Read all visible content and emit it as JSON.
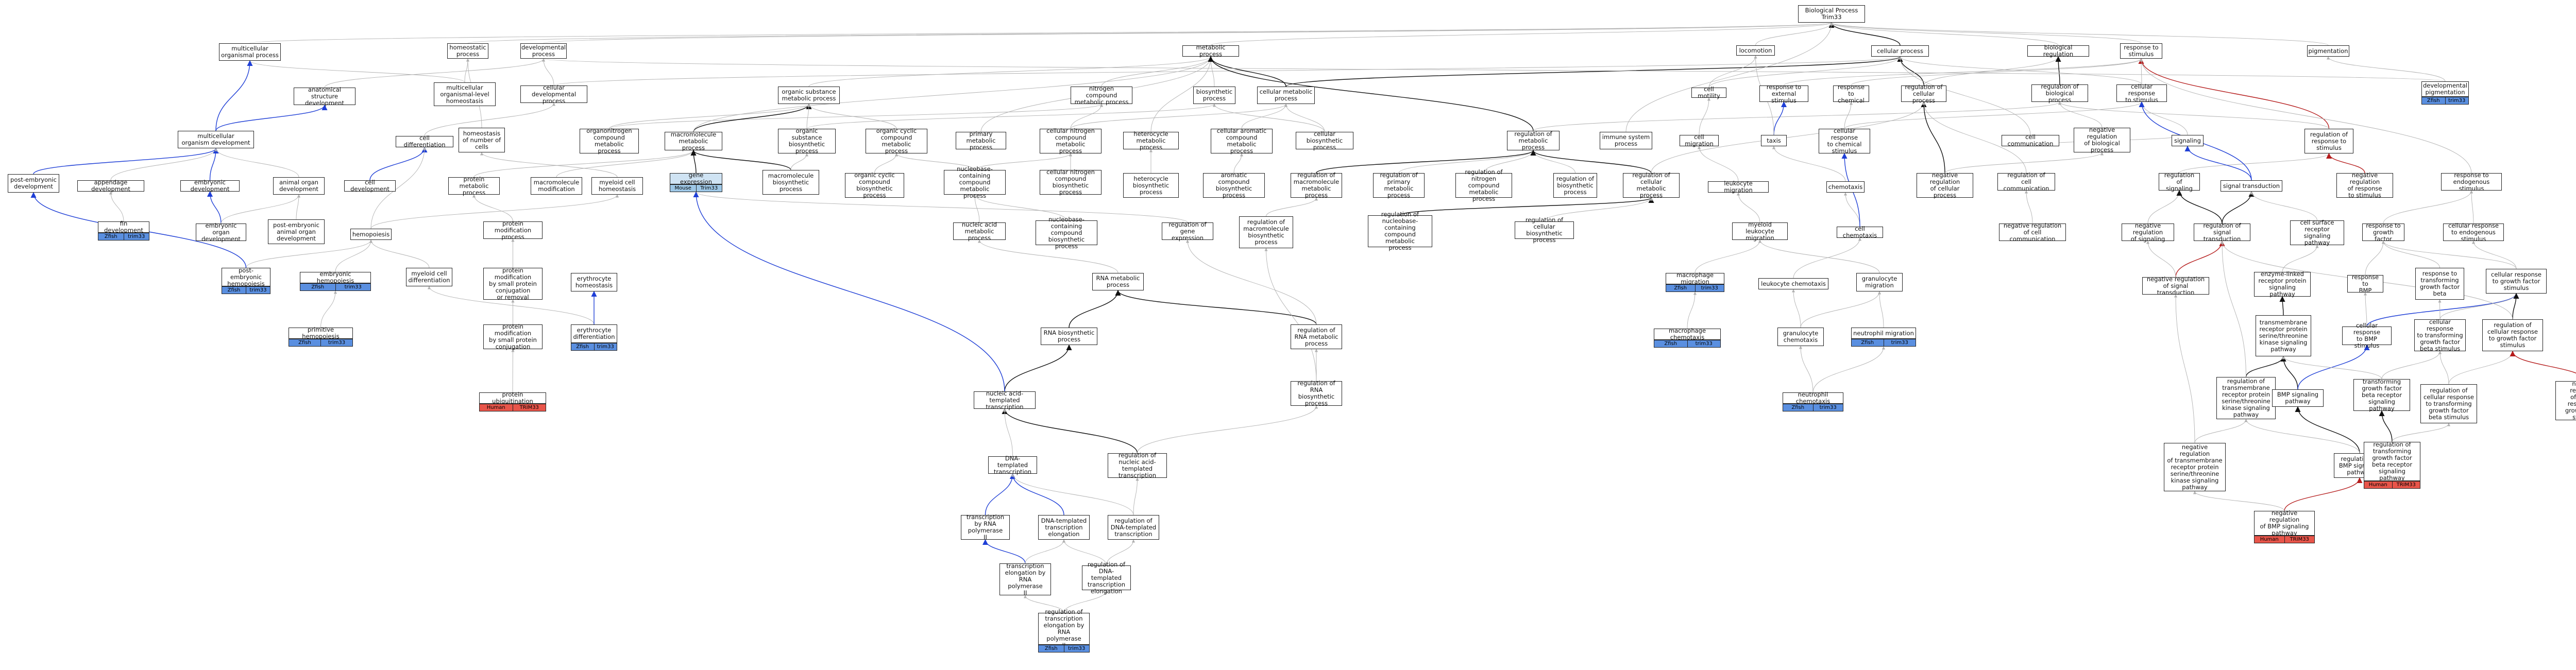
{
  "nodes": [
    {
      "id": "bp",
      "label": "Biological Process\nTrim33"
    },
    {
      "id": "mop",
      "label": "multicellular\norganismal process"
    },
    {
      "id": "homeo",
      "label": "homeostatic\nprocess"
    },
    {
      "id": "devp",
      "label": "developmental\nprocess"
    },
    {
      "id": "metab",
      "label": "metabolic process"
    },
    {
      "id": "loco",
      "label": "locomotion"
    },
    {
      "id": "cellp",
      "label": "cellular process"
    },
    {
      "id": "bioreg",
      "label": "biological regulation"
    },
    {
      "id": "rts",
      "label": "response to\nstimulus"
    },
    {
      "id": "pigm",
      "label": "pigmentation"
    },
    {
      "id": "asd",
      "label": "anatomical structure\ndevelopment"
    },
    {
      "id": "mlh",
      "label": "multicellular\norganismal-level\nhomeostasis"
    },
    {
      "id": "cdp",
      "label": "cellular developmental\nprocess"
    },
    {
      "id": "osmp",
      "label": "organic substance\nmetabolic process"
    },
    {
      "id": "ncmp",
      "label": "nitrogen compound\nmetabolic process"
    },
    {
      "id": "bsp",
      "label": "biosynthetic\nprocess"
    },
    {
      "id": "cmp",
      "label": "cellular metabolic\nprocess"
    },
    {
      "id": "cmot",
      "label": "cell motility"
    },
    {
      "id": "rtes",
      "label": "response to\nexternal stimulus"
    },
    {
      "id": "rtc",
      "label": "response to\nchemical"
    },
    {
      "id": "rcp",
      "label": "regulation of\ncellular process"
    },
    {
      "id": "rbp",
      "label": "regulation of\nbiological process"
    },
    {
      "id": "crts",
      "label": "cellular response\nto stimulus"
    },
    {
      "id": "devpig",
      "label": "developmental\npigmentation"
    },
    {
      "id": "mod",
      "label": "multicellular\norganism development"
    },
    {
      "id": "celldiff",
      "label": "cell differentiation"
    },
    {
      "id": "honc",
      "label": "homeostasis\nof number of\ncells"
    },
    {
      "id": "onmp",
      "label": "organonitrogen\ncompound metabolic\nprocess"
    },
    {
      "id": "macmp",
      "label": "macromolecule\nmetabolic process"
    },
    {
      "id": "osbp",
      "label": "organic substance\nbiosynthetic\nprocess"
    },
    {
      "id": "occmp",
      "label": "organic cyclic\ncompound metabolic\nprocess"
    },
    {
      "id": "pmp",
      "label": "primary metabolic\nprocess"
    },
    {
      "id": "cncmp",
      "label": "cellular nitrogen\ncompound metabolic\nprocess"
    },
    {
      "id": "hcmp",
      "label": "heterocycle\nmetabolic process"
    },
    {
      "id": "cacmp",
      "label": "cellular aromatic\ncompound metabolic\nprocess"
    },
    {
      "id": "cbp",
      "label": "cellular biosynthetic\nprocess"
    },
    {
      "id": "rmp",
      "label": "regulation of\nmetabolic process"
    },
    {
      "id": "isp",
      "label": "immune system\nprocess"
    },
    {
      "id": "cmig",
      "label": "cell migration"
    },
    {
      "id": "taxis",
      "label": "taxis"
    },
    {
      "id": "crtc",
      "label": "cellular response\nto chemical\nstimulus"
    },
    {
      "id": "ccom",
      "label": "cell communication"
    },
    {
      "id": "nrbp",
      "label": "negative regulation\nof biological\nprocess"
    },
    {
      "id": "sig",
      "label": "signaling"
    },
    {
      "id": "rrts",
      "label": "regulation of\nresponse to\nstimulus"
    },
    {
      "id": "ped",
      "label": "post-embryonic\ndevelopment"
    },
    {
      "id": "appd",
      "label": "appendage development"
    },
    {
      "id": "embd",
      "label": "embryonic development"
    },
    {
      "id": "aod",
      "label": "animal organ\ndevelopment"
    },
    {
      "id": "celldev",
      "label": "cell development"
    },
    {
      "id": "pmet",
      "label": "protein metabolic\nprocess"
    },
    {
      "id": "mmod",
      "label": "macromolecule\nmodification"
    },
    {
      "id": "mch",
      "label": "myeloid cell\nhomeostasis"
    },
    {
      "id": "gexp",
      "label": "gene expression"
    },
    {
      "id": "mbp",
      "label": "macromolecule\nbiosynthetic\nprocess"
    },
    {
      "id": "ocbp",
      "label": "organic cyclic\ncompound biosynthetic\nprocess"
    },
    {
      "id": "nccmp",
      "label": "nucleobase-containing\ncompound metabolic\nprocess"
    },
    {
      "id": "cncbp",
      "label": "cellular nitrogen\ncompound biosynthetic\nprocess"
    },
    {
      "id": "hbp",
      "label": "heterocycle\nbiosynthetic\nprocess"
    },
    {
      "id": "acbp",
      "label": "aromatic compound\nbiosynthetic\nprocess"
    },
    {
      "id": "rmmp",
      "label": "regulation of\nmacromolecule\nmetabolic process"
    },
    {
      "id": "rpmp",
      "label": "regulation of\nprimary metabolic\nprocess"
    },
    {
      "id": "rncmp",
      "label": "regulation of\nnitrogen compound\nmetabolic process"
    },
    {
      "id": "rbsp",
      "label": "regulation of\nbiosynthetic\nprocess"
    },
    {
      "id": "rcmp",
      "label": "regulation of\ncellular metabolic\nprocess"
    },
    {
      "id": "lmig",
      "label": "leukocyte migration"
    },
    {
      "id": "chemo",
      "label": "chemotaxis"
    },
    {
      "id": "nrcp",
      "label": "negative regulation\nof cellular\nprocess"
    },
    {
      "id": "rcc",
      "label": "regulation of\ncell communication"
    },
    {
      "id": "rsig",
      "label": "regulation of\nsignaling"
    },
    {
      "id": "st",
      "label": "signal transduction"
    },
    {
      "id": "nrrs",
      "label": "negative regulation\nof response\nto stimulus"
    },
    {
      "id": "rtes2",
      "label": "response to\nendogenous stimulus"
    },
    {
      "id": "find",
      "label": "fin development"
    },
    {
      "id": "eod",
      "label": "embryonic organ\ndevelopment"
    },
    {
      "id": "peaod",
      "label": "post-embryonic\nanimal organ\ndevelopment"
    },
    {
      "id": "hemat",
      "label": "hemopoiesis"
    },
    {
      "id": "pmod",
      "label": "protein modification\nprocess"
    },
    {
      "id": "nammp",
      "label": "nucleic acid\nmetabolic process"
    },
    {
      "id": "nccbp",
      "label": "nucleobase-containing\ncompound biosynthetic\nprocess"
    },
    {
      "id": "rgexp",
      "label": "regulation of\ngene expression"
    },
    {
      "id": "rmbp",
      "label": "regulation of\nmacromolecule\nbiosynthetic\nprocess"
    },
    {
      "id": "rnccmp",
      "label": "regulation of\nnucleobase-containing\ncompound metabolic\nprocess"
    },
    {
      "id": "rcbp",
      "label": "regulation of\ncellular biosynthetic\nprocess"
    },
    {
      "id": "mlmig",
      "label": "myeloid leukocyte\nmigration"
    },
    {
      "id": "cchemo",
      "label": "cell chemotaxis"
    },
    {
      "id": "nrcc",
      "label": "negative regulation\nof cell communication"
    },
    {
      "id": "nrsig",
      "label": "negative regulation\nof signaling"
    },
    {
      "id": "rst",
      "label": "regulation of\nsignal transduction"
    },
    {
      "id": "csrsp",
      "label": "cell surface\nreceptor signaling\npathway"
    },
    {
      "id": "crtes",
      "label": "cellular response\nto endogenous stimulus"
    },
    {
      "id": "rtgf",
      "label": "response to\ngrowth factor"
    },
    {
      "id": "peh",
      "label": "post-embryonic\nhemopoiesis"
    },
    {
      "id": "eh",
      "label": "embryonic hemopoiesis"
    },
    {
      "id": "mcd",
      "label": "myeloid cell\ndifferentiation"
    },
    {
      "id": "pmsp",
      "label": "protein modification\nby small protein\nconjugation\nor removal"
    },
    {
      "id": "rnamp",
      "label": "RNA metabolic\nprocess"
    },
    {
      "id": "mchemo",
      "label": "macrophage migration"
    },
    {
      "id": "lchemo",
      "label": "leukocyte chemotaxis"
    },
    {
      "id": "gmig",
      "label": "granulocyte\nmigration"
    },
    {
      "id": "nrst",
      "label": "negative regulation\nof signal transduction"
    },
    {
      "id": "eirsp",
      "label": "enzyme-linked\nreceptor protein\nsignaling pathway"
    },
    {
      "id": "rtbmp",
      "label": "response to\nBMP"
    },
    {
      "id": "rttgfb",
      "label": "response to\ntransforming\ngrowth factor\nbeta"
    },
    {
      "id": "crtgf",
      "label": "cellular response\nto growth factor\nstimulus"
    },
    {
      "id": "ph",
      "label": "primitive hemopoiesis"
    },
    {
      "id": "pmspc",
      "label": "protein modification\nby small protein\nconjugation"
    },
    {
      "id": "ery",
      "label": "erythrocyte\nhomeostasis"
    },
    {
      "id": "rnabp",
      "label": "RNA biosynthetic\nprocess"
    },
    {
      "id": "rrnamp",
      "label": "regulation of\nRNA metabolic\nprocess"
    },
    {
      "id": "machemo",
      "label": "macrophage chemotaxis"
    },
    {
      "id": "gchemo",
      "label": "granulocyte\nchemotaxis"
    },
    {
      "id": "nmig",
      "label": "neutrophil migration"
    },
    {
      "id": "tmrsk",
      "label": "transmembrane\nreceptor protein\nserine/threonine\nkinase signaling\npathway"
    },
    {
      "id": "crtbmp",
      "label": "cellular response\nto BMP stimulus"
    },
    {
      "id": "crttgfb",
      "label": "cellular response\nto transforming\ngrowth factor\nbeta stimulus"
    },
    {
      "id": "rcrgf",
      "label": "regulation of\ncellular response\nto growth factor\nstimulus"
    },
    {
      "id": "eryd",
      "label": "erythrocyte\ndifferentiation"
    },
    {
      "id": "pubi",
      "label": "protein ubiquitination"
    },
    {
      "id": "natt",
      "label": "nucleic acid-templated\ntranscription"
    },
    {
      "id": "rrnabp",
      "label": "regulation of\nRNA biosynthetic\nprocess"
    },
    {
      "id": "nchemo",
      "label": "neutrophil chemotaxis"
    },
    {
      "id": "rtmrsk",
      "label": "regulation of\ntransmembrane\nreceptor protein\nserine/threonine\nkinase signaling\npathway"
    },
    {
      "id": "bmpsp",
      "label": "BMP signaling\npathway"
    },
    {
      "id": "tgfbrsp",
      "label": "transforming\ngrowth factor\nbeta receptor\nsignaling pathway"
    },
    {
      "id": "rcrtgfb",
      "label": "regulation of\ncellular response\nto transforming\ngrowth factor\nbeta stimulus"
    },
    {
      "id": "nrcrgf",
      "label": "negative regulation\nof cellular\nresponse to\ngrowth factor\nstimulus"
    },
    {
      "id": "rnatt",
      "label": "regulation of\nnucleic acid-templated\ntranscription"
    },
    {
      "id": "dtt",
      "label": "DNA-templated\ntranscription"
    },
    {
      "id": "nrtmrsk",
      "label": "negative regulation\nof transmembrane\nreceptor protein\nserine/threonine\nkinase signaling\npathway"
    },
    {
      "id": "rbmpsp",
      "label": "regulation of\nBMP signaling\npathway"
    },
    {
      "id": "rtgfbrsp",
      "label": "regulation of\ntransforming\ngrowth factor\nbeta receptor\nsignaling pathway"
    },
    {
      "id": "tbrp2",
      "label": "transcription\nby RNA polymerase\nII"
    },
    {
      "id": "dtte",
      "label": "DNA-templated\ntranscription\nelongation"
    },
    {
      "id": "rdtt",
      "label": "regulation of\nDNA-templated\ntranscription"
    },
    {
      "id": "nrbmpsp",
      "label": "negative regulation\nof BMP signaling\npathway"
    },
    {
      "id": "terp2",
      "label": "transcription\nelongation by\nRNA polymerase\nII"
    },
    {
      "id": "rdtte",
      "label": "regulation of\nDNA-templated\ntranscription\nelongation"
    },
    {
      "id": "rterp2",
      "label": "regulation of\ntranscription\nelongation by\nRNA polymerase\nII"
    }
  ],
  "annotations": [
    {
      "id": "a_devpig",
      "left": "Zfish",
      "right": "trim33",
      "color": "blue"
    },
    {
      "id": "a_find",
      "left": "Zfish",
      "right": "trim33",
      "color": "blue"
    },
    {
      "id": "a_gexp",
      "left": "Mouse",
      "right": "Trim33",
      "color": "light"
    },
    {
      "id": "a_peh",
      "left": "Zfish",
      "right": "trim33",
      "color": "blue"
    },
    {
      "id": "a_eh",
      "left": "Zfish",
      "right": "trim33",
      "color": "blue"
    },
    {
      "id": "a_ph",
      "left": "Zfish",
      "right": "trim33",
      "color": "blue"
    },
    {
      "id": "a_mchemo",
      "left": "Zfish",
      "right": "trim33",
      "color": "blue"
    },
    {
      "id": "a_machemo",
      "left": "Zfish",
      "right": "trim33",
      "color": "blue"
    },
    {
      "id": "a_nmig",
      "left": "Zfish",
      "right": "trim33",
      "color": "blue"
    },
    {
      "id": "a_eryd",
      "left": "Zfish",
      "right": "trim33",
      "color": "blue"
    },
    {
      "id": "a_pubi",
      "left": "Human",
      "right": "TRIM33",
      "color": "red"
    },
    {
      "id": "a_nchemo",
      "left": "Zfish",
      "right": "trim33",
      "color": "blue"
    },
    {
      "id": "a_rtgfbrsp",
      "left": "Human",
      "right": "TRIM33",
      "color": "red"
    },
    {
      "id": "a_nrbmpsp",
      "left": "Human",
      "right": "TRIM33",
      "color": "red"
    },
    {
      "id": "a_rterp2",
      "left": "Zfish",
      "right": "trim33",
      "color": "blue"
    }
  ],
  "colors": {
    "blue_anno": "#5a8fe0",
    "red_anno": "#e8554a",
    "light_anno": "#9ec7e6",
    "edge_gray": "#b0b0b0",
    "edge_black": "#111111",
    "edge_blue": "#1f3fd6",
    "edge_red": "#b51c1c"
  }
}
